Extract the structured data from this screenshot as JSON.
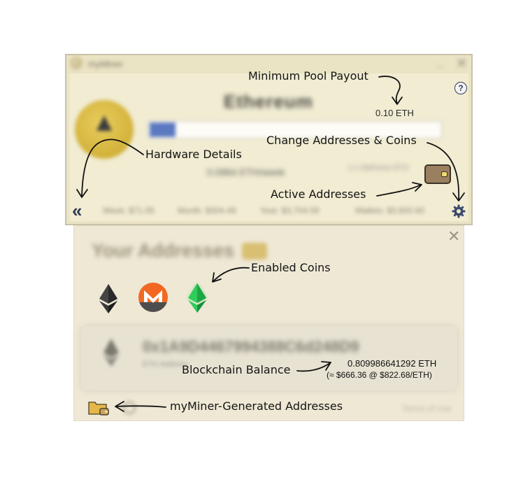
{
  "window": {
    "app_title": "myMiner",
    "coin_name": "Ethereum",
    "minimize_glyph": "_",
    "close_glyph": "✕",
    "help_glyph": "?",
    "hashrate": "0.0864 ETH/week",
    "hardware_summary": "1 x GeForce GTX",
    "min_payout": "0.10 ETH",
    "back_glyph": "«",
    "progress": 0.09,
    "accent_color": "#5b79c0",
    "earnings": {
      "week": "Week: $71.05",
      "month": "Month: $304.49",
      "year": "Year: $3,704.59",
      "wallets": "Wallets: $3,800.60"
    }
  },
  "addresses_panel": {
    "heading": "Your Addresses",
    "close_glyph": "✕",
    "coins": [
      "ethereum-icon",
      "monero-icon",
      "ethereum-classic-icon"
    ],
    "address": "0x1A9D4467994388C6d248D9",
    "address_label": "ETH Address",
    "balance_eth": "0.809986641292 ETH",
    "balance_usd": "(≈ $666.36 @ $822.68/ETH)",
    "terms": "Terms of Use"
  },
  "annotations": {
    "min_payout": "Minimum Pool Payout",
    "change_addresses": "Change Addresses & Coins",
    "hardware_details": "Hardware Details",
    "active_addresses": "Active Addresses",
    "enabled_coins": "Enabled Coins",
    "blockchain_balance": "Blockchain Balance",
    "generated_addresses": "myMiner-Generated Addresses"
  }
}
